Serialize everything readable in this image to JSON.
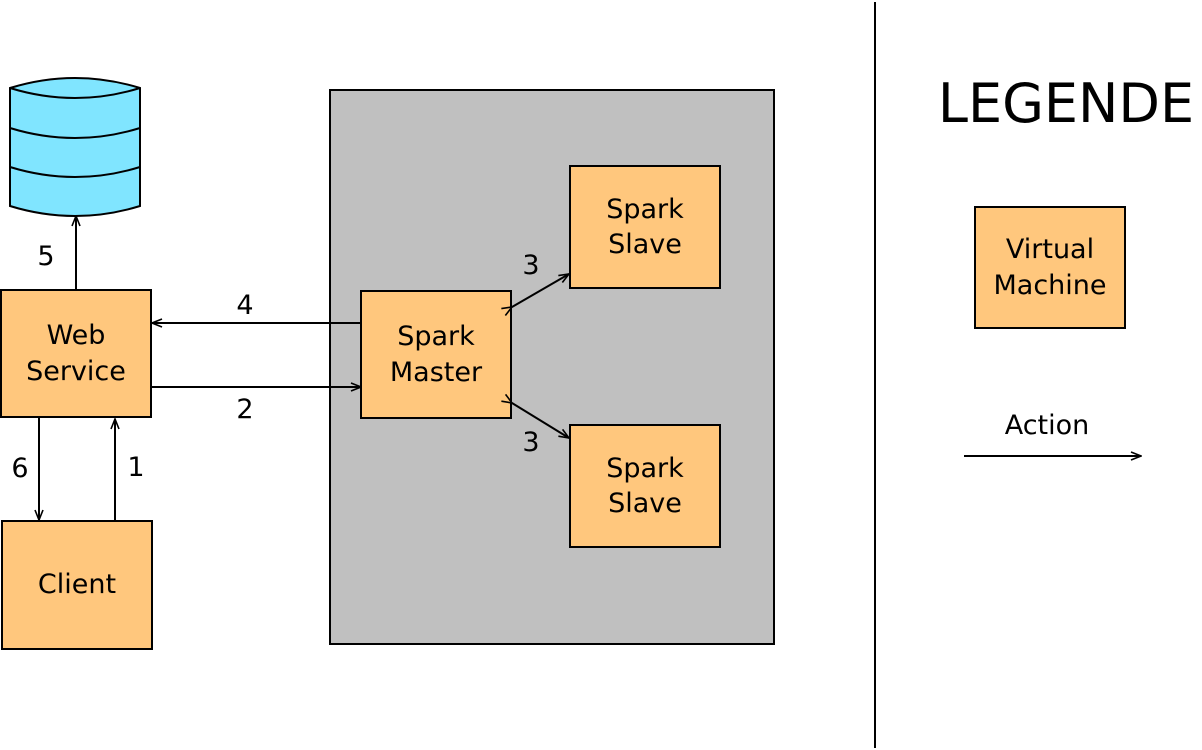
{
  "colors": {
    "vm_fill": "#ffc77d",
    "cluster_fill": "#c0c0c0",
    "database_fill": "#80e5ff",
    "stroke": "#000000",
    "background": "#ffffff"
  },
  "nodes": {
    "web_service": {
      "line1": "Web",
      "line2": "Service"
    },
    "client": {
      "label": "Client"
    },
    "spark_master": {
      "line1": "Spark",
      "line2": "Master"
    },
    "spark_slave_top": {
      "line1": "Spark",
      "line2": "Slave"
    },
    "spark_slave_bottom": {
      "line1": "Spark",
      "line2": "Slave"
    },
    "database": {
      "icon": "database-icon"
    }
  },
  "edges": {
    "step1": "1",
    "step2": "2",
    "step3_top": "3",
    "step3_bottom": "3",
    "step4": "4",
    "step5": "5",
    "step6": "6"
  },
  "legend": {
    "title": "LEGENDE",
    "vm_line1": "Virtual",
    "vm_line2": "Machine",
    "action_label": "Action"
  }
}
